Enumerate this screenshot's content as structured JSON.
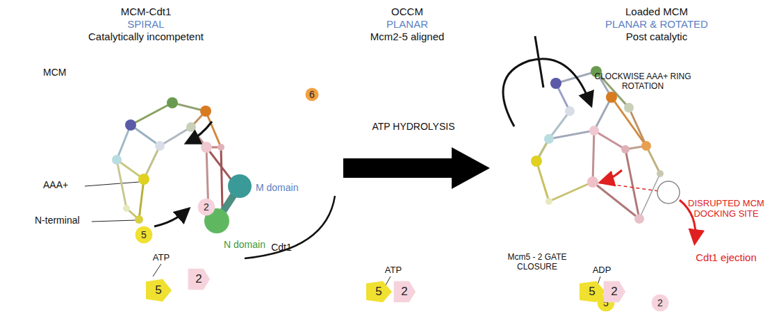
{
  "diagram": {
    "nodes": [
      {
        "text": [
          "6"
        ]
      },
      {
        "text": [
          "2"
        ]
      },
      {
        "text": [
          "5"
        ]
      },
      {
        "text": [
          "5"
        ]
      },
      {
        "text": [
          "2"
        ]
      },
      {
        "text": [
          "5"
        ]
      },
      {
        "text": [
          "2"
        ]
      },
      {
        "text": [
          "5"
        ]
      },
      {
        "text": [
          "2"
        ]
      },
      {
        "text": [
          "5"
        ]
      },
      {
        "text": [
          "2"
        ]
      }
    ],
    "labels": [
      "MCM-Cdt1",
      "SPIRAL",
      "Catalytically incompetent",
      "OCCM",
      "PLANAR",
      "Mcm2-5 aligned",
      "Loaded MCM",
      "PLANAR & ROTATED",
      "Post catalytic",
      "MCM",
      "AAA+",
      "N-terminal",
      "M domain",
      "N domain",
      "Cdt1",
      "ATP HYDROLYSIS",
      "CLOCKWISE AAA+ RING ROTATION",
      "DISRUPTED MCM DOCKING SITE",
      "Mcm5 - 2 GATE CLOSURE",
      "Cdt1 ejection",
      "ATP",
      "ATP",
      "ADP"
    ]
  }
}
